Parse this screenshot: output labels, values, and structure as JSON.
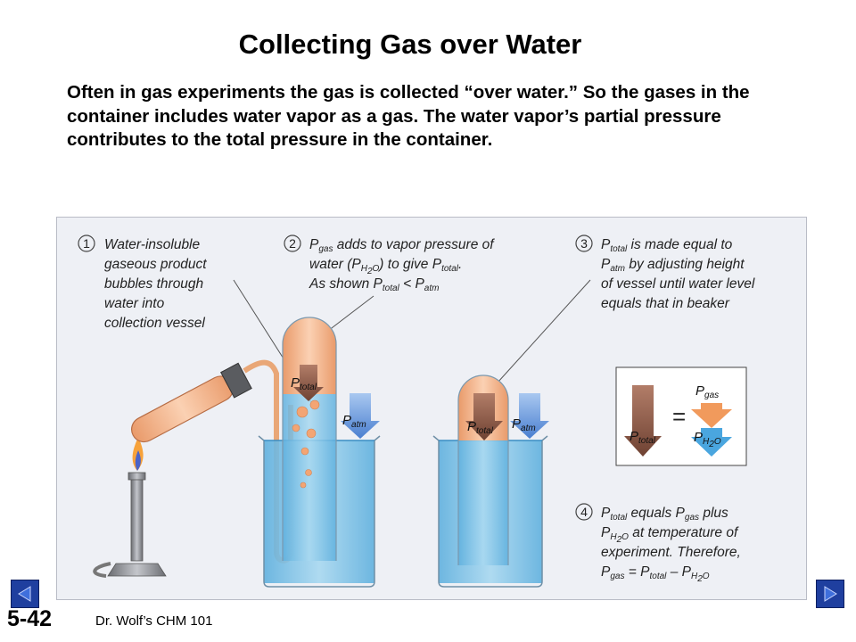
{
  "slide": {
    "title": "Collecting Gas over Water",
    "intro": "Often in gas experiments the gas is collected “over water.” So the gases in the container includes water vapor as a gas. The water vapor’s partial pressure contributes to the total pressure in the container.",
    "number": "5-42",
    "footer": "Dr. Wolf’s CHM 101"
  },
  "figure": {
    "step1": {
      "num": "1",
      "lines": [
        "Water-insoluble",
        "gaseous product",
        "bubbles through",
        "water into",
        "collection vessel"
      ]
    },
    "step2": {
      "num": "2",
      "P": "P",
      "gas": "gas",
      "l1_rest": " adds to vapor pressure of",
      "l2_a": "water (",
      "l2_b": "H",
      "l2_c": "2",
      "l2_d": "O",
      "l2_e": ") to give ",
      "l2_f": "total",
      "l2_g": ".",
      "l3_a": "As shown ",
      "l3_b": "total",
      "l3_c": " < ",
      "l3_d": "atm"
    },
    "step3": {
      "num": "3",
      "l1_sub": "total",
      "l1_rest": " is made equal to",
      "l2_sub": "atm",
      "l2_rest": " by adjusting height",
      "l3": "of vessel until water level",
      "l4": "equals that in beaker"
    },
    "step4": {
      "num": "4",
      "l1_a": "total",
      "l1_b": " equals ",
      "l1_c": "gas",
      "l1_d": " plus",
      "l2_a": "H",
      "l2_b": "2",
      "l2_c": "O",
      "l2_d": " at temperature of",
      "l3": "experiment. Therefore,",
      "l4_a": "gas",
      "l4_b": " = ",
      "l4_c": "total",
      "l4_d": " – ",
      "l4_e": "H",
      "l4_f": "2",
      "l4_g": "O"
    },
    "arrows": {
      "P": "P",
      "total": "total",
      "atm": "atm",
      "gas": "gas",
      "h2o_h": "H",
      "h2o_2": "2",
      "h2o_o": "O",
      "equals": "="
    }
  },
  "colors": {
    "water": "#7fc3e6",
    "vessel_gas": "#f3b48c",
    "total_arrow": "#8a5a4a",
    "atm_arrow": "#5d8fd6",
    "gas_arrow": "#f19a5c",
    "h2o_arrow": "#4aa6df",
    "nav": "#1f3f9f"
  },
  "icons": [
    "previous-slide-icon",
    "next-slide-icon"
  ]
}
